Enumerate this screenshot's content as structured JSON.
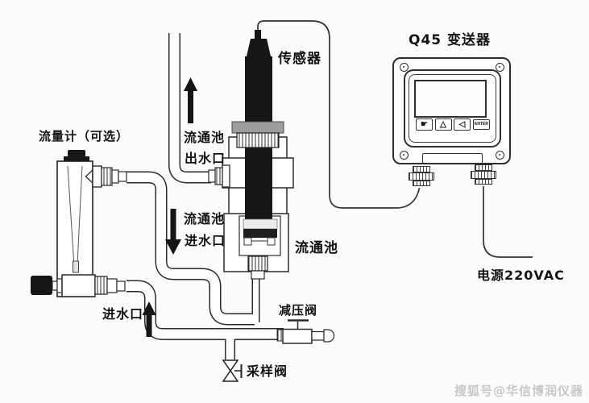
{
  "diagram": {
    "labels": {
      "flowmeter": "流量计（可选）",
      "sensor": "传感器",
      "transmitter": "Q45 变送器",
      "flow_cell": "流通池",
      "outlet_line1": "流通池",
      "outlet_line2": "出水口",
      "inlet_line1": "流通池",
      "inlet_line2": "进水口",
      "water_inlet": "进水口",
      "reducing_valve": "减压阀",
      "sampling_valve": "采样阀",
      "power": "电源220VAC",
      "watermark": "搜狐号@华信博润仪器"
    },
    "transmitter": {
      "model": "Q45",
      "buttons": [
        {
          "name": "menu-hand-icon",
          "glyph": "☛"
        },
        {
          "name": "up-triangle-icon",
          "glyph": "△"
        },
        {
          "name": "left-triangle-icon",
          "glyph": "◁"
        },
        {
          "name": "enter-button-label",
          "glyph": "ENTER"
        }
      ]
    },
    "colors": {
      "line": "#2b2b2b",
      "background": "#fcfcfb",
      "sensor_black": "#161616",
      "flange_gray": "#9c9c9c",
      "watermark_gray": "#c8c8c8"
    }
  }
}
